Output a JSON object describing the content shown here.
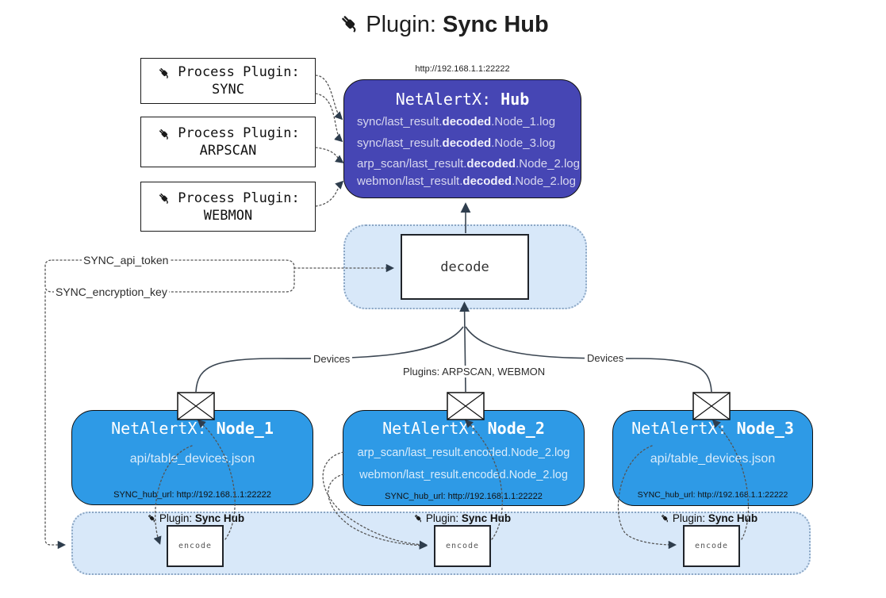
{
  "title": {
    "prefix": "Plugin:",
    "name": "Sync Hub"
  },
  "process_plugins": [
    {
      "label": "Process Plugin:",
      "name": "SYNC"
    },
    {
      "label": "Process Plugin:",
      "name": "ARPSCAN"
    },
    {
      "label": "Process Plugin:",
      "name": "WEBMON"
    }
  ],
  "hub": {
    "url": "http://192.168.1.1:22222",
    "name_prefix": "NetAlertX:",
    "name": "Hub",
    "logs": [
      {
        "pre": "sync/last_result.",
        "bold": "decoded",
        "post": ".Node_1.log"
      },
      {
        "pre": "sync/last_result.",
        "bold": "decoded",
        "post": ".Node_3.log"
      },
      {
        "pre": "arp_scan/last_result.",
        "bold": "decoded",
        "post": ".Node_2.log"
      },
      {
        "pre": "webmon/last_result.",
        "bold": "decoded",
        "post": ".Node_2.log"
      }
    ]
  },
  "decode": {
    "label": "decode"
  },
  "secrets": {
    "api_token": "SYNC_api_token",
    "encryption_key": "SYNC_encryption_key"
  },
  "edge_labels": {
    "devices_left": "Devices",
    "plugins_mid": "Plugins: ARPSCAN, WEBMON",
    "devices_right": "Devices"
  },
  "nodes": [
    {
      "name_prefix": "NetAlertX:",
      "name": "Node_1",
      "files": [
        "api/table_devices.json"
      ],
      "hub_url": "SYNC_hub_url: http://192.168.1.1:22222"
    },
    {
      "name_prefix": "NetAlertX:",
      "name": "Node_2",
      "files": [
        "arp_scan/last_result.encoded.Node_2.log",
        "webmon/last_result.encoded.Node_2.log"
      ],
      "hub_url": "SYNC_hub_url: http://192.168.1.1:22222"
    },
    {
      "name_prefix": "NetAlertX:",
      "name": "Node_3",
      "files": [
        "api/table_devices.json"
      ],
      "hub_url": "SYNC_hub_url: http://192.168.1.1:22222"
    }
  ],
  "encoders": [
    {
      "label_prefix": "Plugin:",
      "label_name": "Sync Hub",
      "box_label": "encode"
    },
    {
      "label_prefix": "Plugin:",
      "label_name": "Sync Hub",
      "box_label": "encode"
    },
    {
      "label_prefix": "Plugin:",
      "label_name": "Sync Hub",
      "box_label": "encode"
    }
  ],
  "colors": {
    "hub_fill": "#4646B4",
    "node_fill": "#2E9AE6",
    "panel_fill": "#D8E8F9",
    "panel_border": "#8BA6C4",
    "line": "#3B4652"
  }
}
